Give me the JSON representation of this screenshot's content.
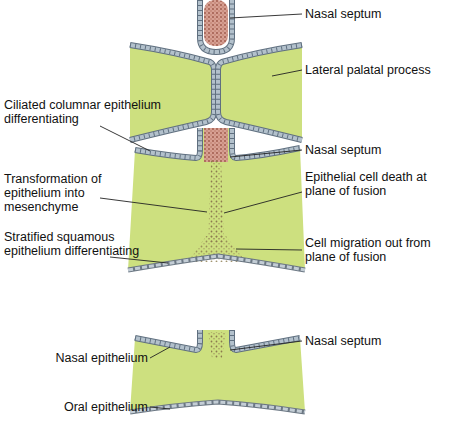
{
  "diagram": {
    "labels": [
      "Nasal septum",
      "Lateral palatal process",
      "Ciliated columnar epithelium differentiating",
      "Nasal septum",
      "Transformation of epithelium into mesenchyme",
      "Epithelial cell death at plane of fusion",
      "Stratified squamous epithelium differentiating",
      "Cell migration out from plane of fusion",
      "Nasal septum",
      "Nasal epithelium",
      "Oral epithelium"
    ]
  }
}
